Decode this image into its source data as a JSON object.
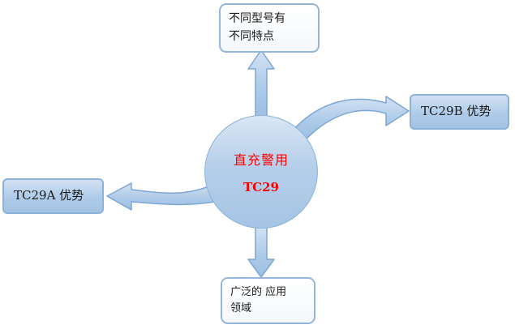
{
  "diagram": {
    "center": {
      "title": "直充警用",
      "subtitle": "TC29"
    },
    "top_box": {
      "line1": "不同型号有",
      "line2": "不同特点"
    },
    "right_box": {
      "label": "TC29B 优势"
    },
    "left_box": {
      "label": "TC29A 优势"
    },
    "bottom_box": {
      "line1": "广泛的 应用",
      "line2": "领域"
    },
    "colors": {
      "shape_fill": "#aecbe9",
      "shape_border": "#8cb2d8",
      "accent_text": "#ff0000",
      "box_text": "#1a1a1a"
    }
  }
}
